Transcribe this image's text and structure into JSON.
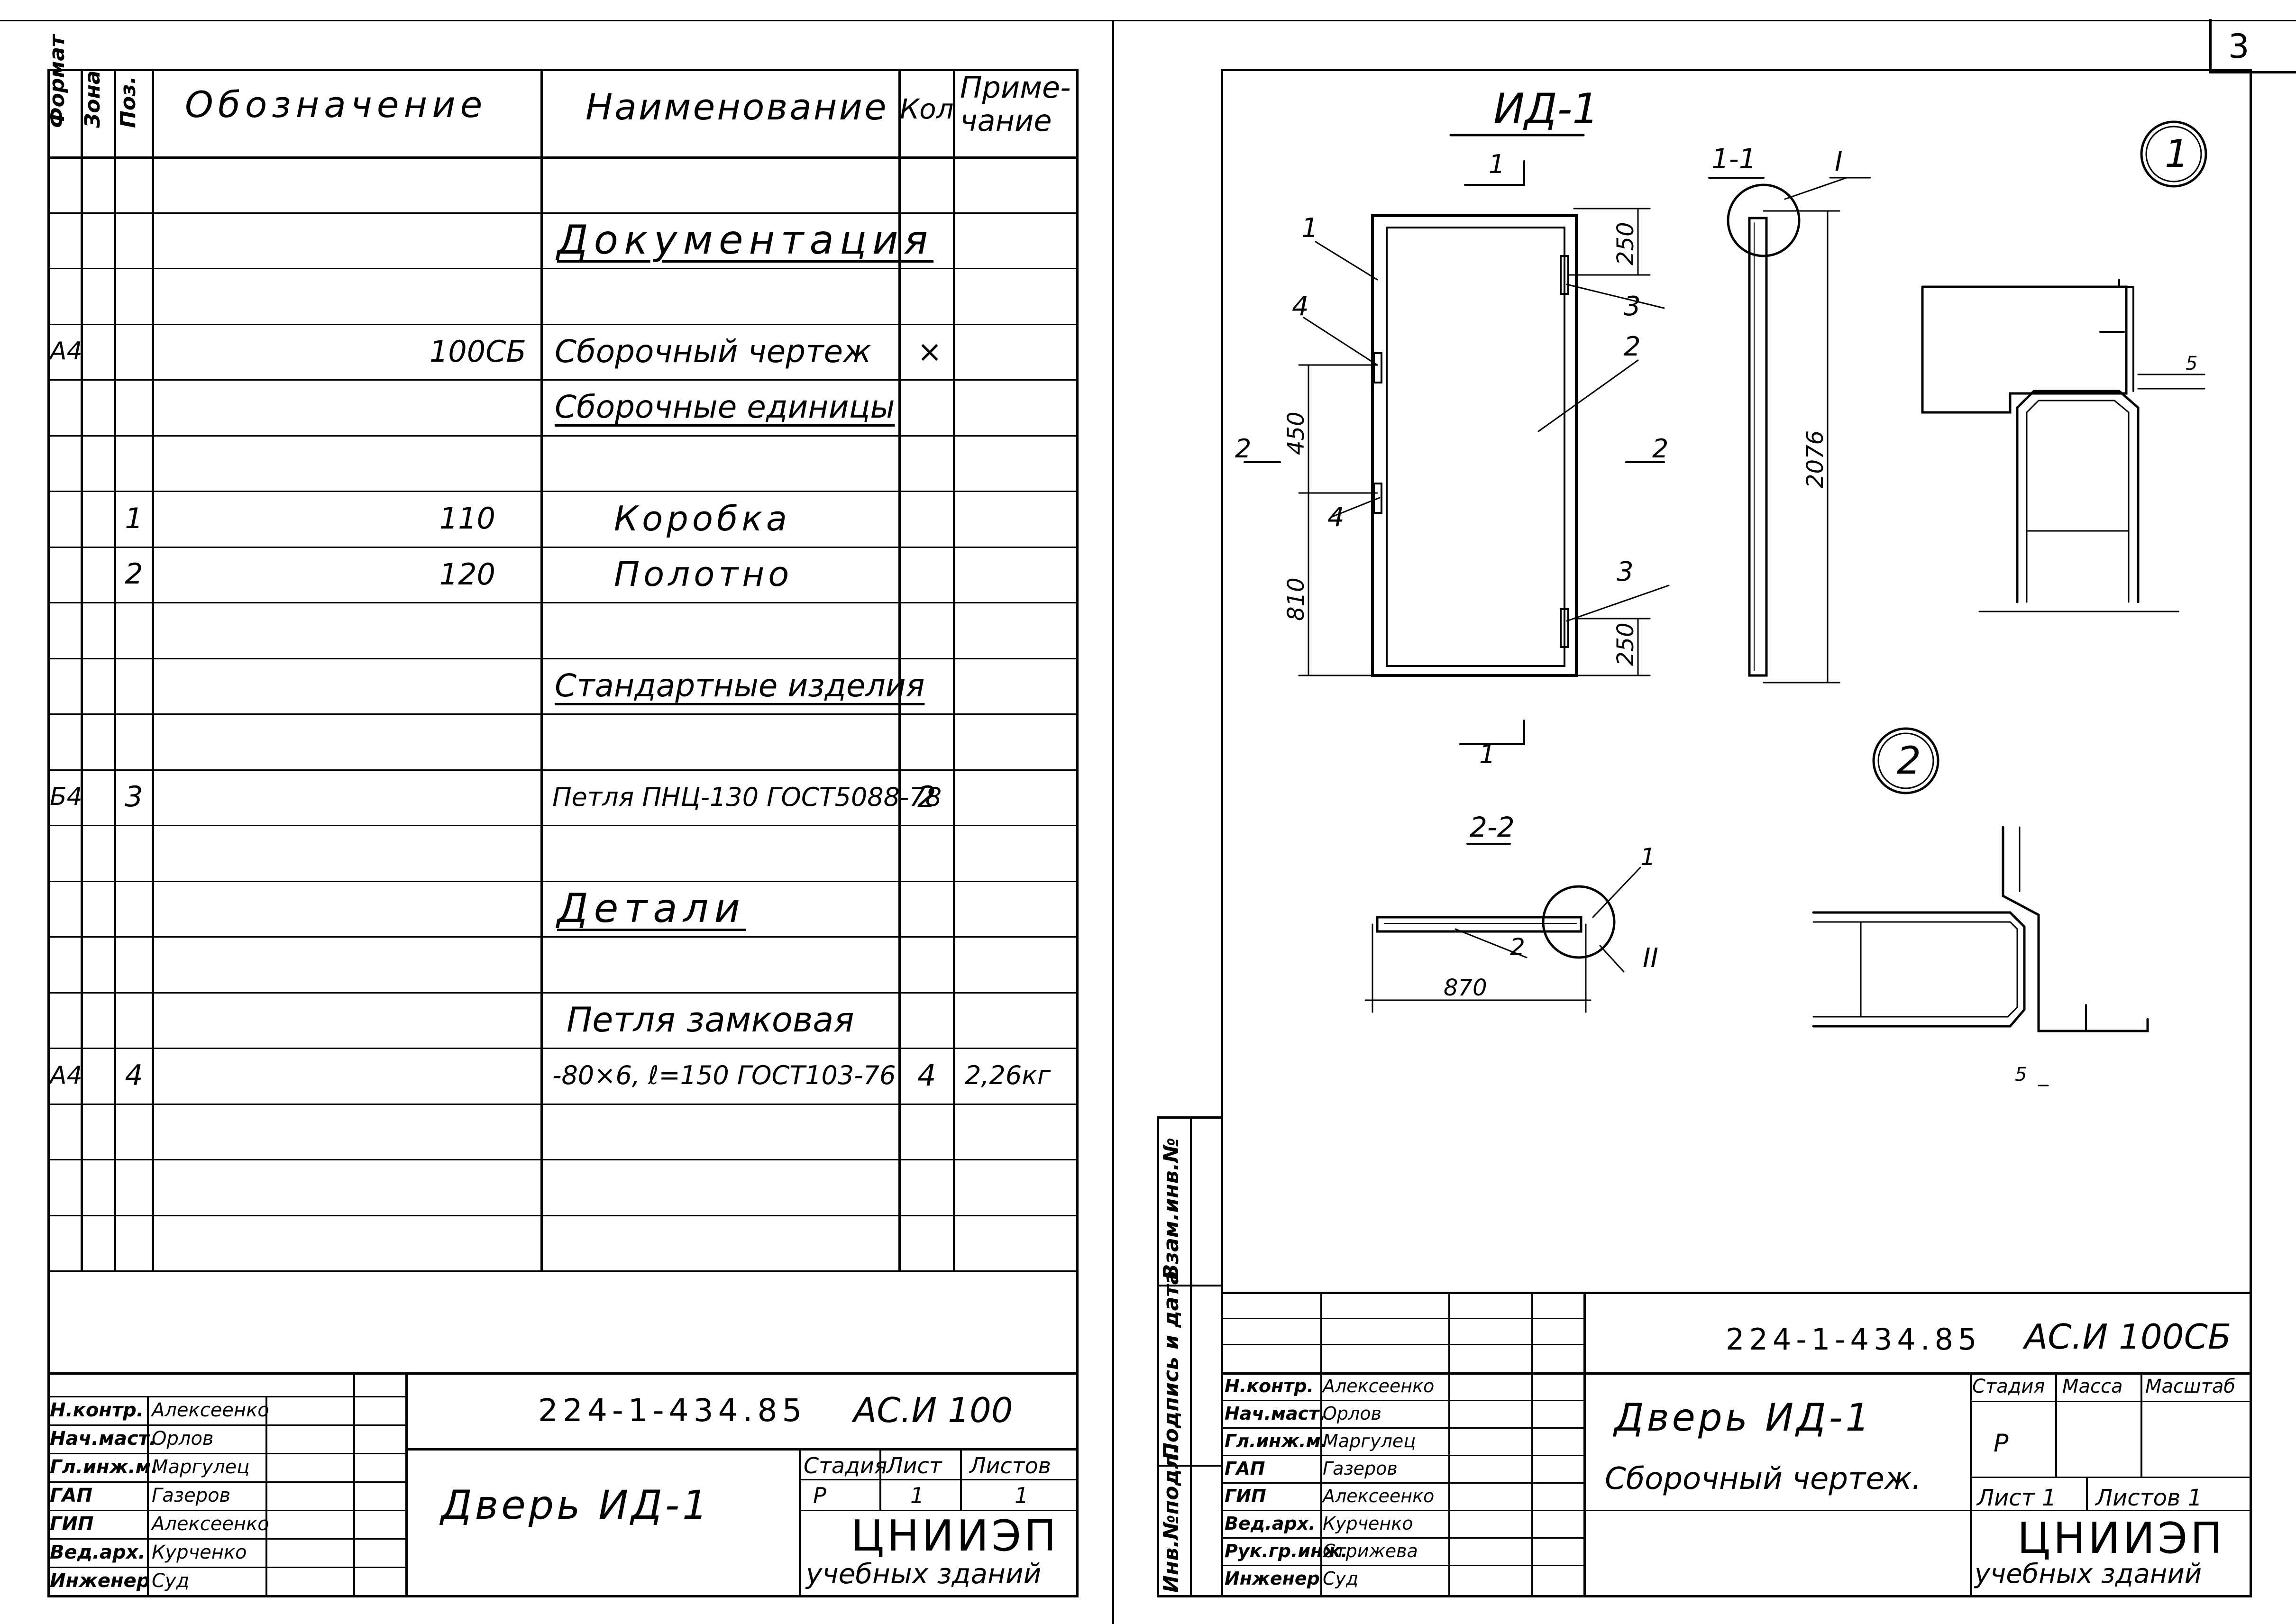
{
  "page_number": "3",
  "spec": {
    "headers": {
      "format": "Формат",
      "zone": "Зона",
      "pos": "Поз.",
      "designation": "Обозначение",
      "name": "Наименование",
      "qty": "Кол",
      "note": "Приме-\nчание"
    },
    "rows": [
      {
        "format": "",
        "zone": "",
        "pos": "",
        "designation": "",
        "name": "",
        "qty": "",
        "note": ""
      },
      {
        "format": "",
        "zone": "",
        "pos": "",
        "designation": "",
        "name": "Документация",
        "qty": "",
        "note": ""
      },
      {
        "format": "",
        "zone": "",
        "pos": "",
        "designation": "",
        "name": "",
        "qty": "",
        "note": ""
      },
      {
        "format": "А4",
        "zone": "",
        "pos": "",
        "designation": "100СБ",
        "name": "Сборочный чертеж",
        "qty": "×",
        "note": ""
      },
      {
        "format": "",
        "zone": "",
        "pos": "",
        "designation": "",
        "name": "Сборочные единицы",
        "qty": "",
        "note": ""
      },
      {
        "format": "",
        "zone": "",
        "pos": "",
        "designation": "",
        "name": "",
        "qty": "",
        "note": ""
      },
      {
        "format": "",
        "zone": "",
        "pos": "1",
        "designation": "110",
        "name": "Коробка",
        "qty": "",
        "note": ""
      },
      {
        "format": "",
        "zone": "",
        "pos": "2",
        "designation": "120",
        "name": "Полотно",
        "qty": "",
        "note": ""
      },
      {
        "format": "",
        "zone": "",
        "pos": "",
        "designation": "",
        "name": "",
        "qty": "",
        "note": ""
      },
      {
        "format": "",
        "zone": "",
        "pos": "",
        "designation": "",
        "name": "Стандартные изделия",
        "qty": "",
        "note": ""
      },
      {
        "format": "",
        "zone": "",
        "pos": "",
        "designation": "",
        "name": "",
        "qty": "",
        "note": ""
      },
      {
        "format": "Б4",
        "zone": "",
        "pos": "3",
        "designation": "",
        "name": "Петля ПНЦ-130 ГОСТ5088-78",
        "qty": "2",
        "note": ""
      },
      {
        "format": "",
        "zone": "",
        "pos": "",
        "designation": "",
        "name": "",
        "qty": "",
        "note": ""
      },
      {
        "format": "",
        "zone": "",
        "pos": "",
        "designation": "",
        "name": "Детали",
        "qty": "",
        "note": ""
      },
      {
        "format": "",
        "zone": "",
        "pos": "",
        "designation": "",
        "name": "",
        "qty": "",
        "note": ""
      },
      {
        "format": "",
        "zone": "",
        "pos": "",
        "designation": "",
        "name": "Петля   замковая",
        "qty": "",
        "note": ""
      },
      {
        "format": "А4",
        "zone": "",
        "pos": "4",
        "designation": "",
        "name": "-80×6, ℓ=150 ГОСТ103-76",
        "qty": "4",
        "note": "2,26кг"
      },
      {
        "format": "",
        "zone": "",
        "pos": "",
        "designation": "",
        "name": "",
        "qty": "",
        "note": ""
      },
      {
        "format": "",
        "zone": "",
        "pos": "",
        "designation": "",
        "name": "",
        "qty": "",
        "note": ""
      },
      {
        "format": "",
        "zone": "",
        "pos": "",
        "designation": "",
        "name": "",
        "qty": "",
        "note": ""
      }
    ]
  },
  "stamp_left": {
    "code": "224-1-434.85",
    "mark": "АС.И 100",
    "title": "Дверь  ИД-1",
    "stage_label": "Стадия",
    "sheet_label": "Лист",
    "sheets_label": "Листов",
    "stage": "Р",
    "sheet": "1",
    "sheets": "1",
    "org": "ЦНИИЭП",
    "org_sub": "учебных  зданий",
    "people": [
      {
        "role": "Н.контр.",
        "name": "Алексеенко"
      },
      {
        "role": "Нач.маст.",
        "name": "Орлов"
      },
      {
        "role": "Гл.инж.м.",
        "name": "Маргулец"
      },
      {
        "role": "ГАП",
        "name": "Газеров"
      },
      {
        "role": "ГИП",
        "name": "Алексеенко"
      },
      {
        "role": "Вед.арх.",
        "name": "Курченко"
      },
      {
        "role": "Инженер",
        "name": "Суд"
      }
    ]
  },
  "stamp_right": {
    "code": "224-1-434.85",
    "mark": "АС.И 100СБ",
    "title": "Дверь   ИД-1",
    "subtitle": "Сборочный   чертеж.",
    "stage_label": "Стадия",
    "mass_label": "Масса",
    "scale_label": "Масштаб",
    "stage": "Р",
    "sheet_text": "Лист 1",
    "sheets_text": "Листов 1",
    "org": "ЦНИИЭП",
    "org_sub": "учебных  зданий",
    "people": [
      {
        "role": "Н.контр.",
        "name": "Алексеенко"
      },
      {
        "role": "Нач.маст.",
        "name": "Орлов"
      },
      {
        "role": "Гл.инж.м.",
        "name": "Маргулец"
      },
      {
        "role": "ГАП",
        "name": "Газеров"
      },
      {
        "role": "ГИП",
        "name": "Алексеенко"
      },
      {
        "role": "Вед.арх.",
        "name": "Курченко"
      },
      {
        "role": "Рук.гр.инж.",
        "name": "Стрижева"
      },
      {
        "role": "Инженер",
        "name": "Суд"
      }
    ]
  },
  "side_strip": {
    "inv": "Инв.№подл.",
    "sign": "Подпись и дата",
    "repl": "Взам.инв.№"
  },
  "drawing": {
    "title": "ИД-1",
    "marker1": "1",
    "marker2": "2",
    "section_1": "1",
    "section_2": "2",
    "section_11": "1-1",
    "section_22": "2-2",
    "roman_1": "I",
    "roman_2": "II",
    "callout_1": "1",
    "callout_2": "2",
    "callout_3": "3",
    "callout_4": "4",
    "dim_250": "250",
    "dim_450": "450",
    "dim_810": "810",
    "dim_2076": "2076",
    "dim_870": "870",
    "dim_5": "5"
  }
}
